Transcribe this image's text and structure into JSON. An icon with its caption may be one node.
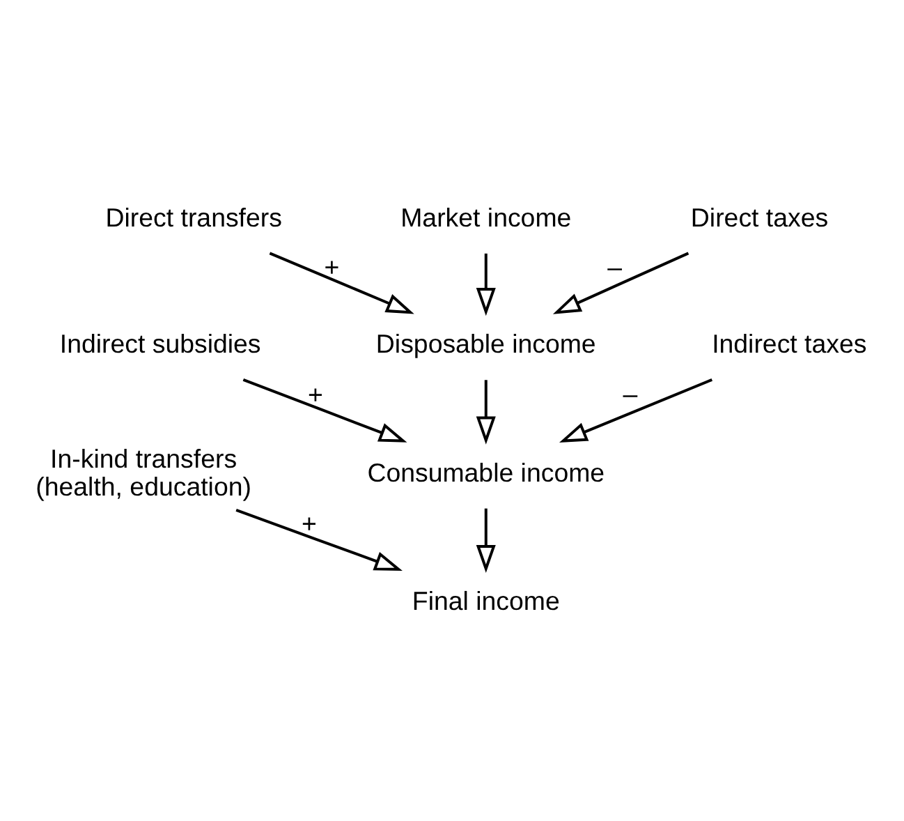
{
  "diagram": {
    "nodes": [
      {
        "text": [
          "Market income"
        ]
      },
      {
        "text": [
          "Direct transfers"
        ]
      },
      {
        "text": [
          "Direct taxes"
        ]
      },
      {
        "text": [
          "Disposable income"
        ]
      },
      {
        "text": [
          "Indirect subsidies"
        ]
      },
      {
        "text": [
          "Indirect taxes"
        ]
      },
      {
        "text": [
          "Consumable income"
        ]
      },
      {
        "text": [
          "In-kind transfers (health, education)"
        ]
      },
      {
        "text": [
          "Final income"
        ]
      }
    ],
    "edges": [
      {
        "from": 0,
        "to": 3,
        "arrow": "to"
      },
      {
        "from": 1,
        "to": 3,
        "arrow": "to",
        "label": "+"
      },
      {
        "from": 2,
        "to": 3,
        "arrow": "to",
        "label": "–"
      },
      {
        "from": 3,
        "to": 6,
        "arrow": "to"
      },
      {
        "from": 4,
        "to": 6,
        "arrow": "to",
        "label": "+"
      },
      {
        "from": 5,
        "to": 6,
        "arrow": "to",
        "label": "–"
      },
      {
        "from": 6,
        "to": 8,
        "arrow": "to"
      },
      {
        "from": 7,
        "to": 8,
        "arrow": "to",
        "label": "+"
      }
    ]
  }
}
